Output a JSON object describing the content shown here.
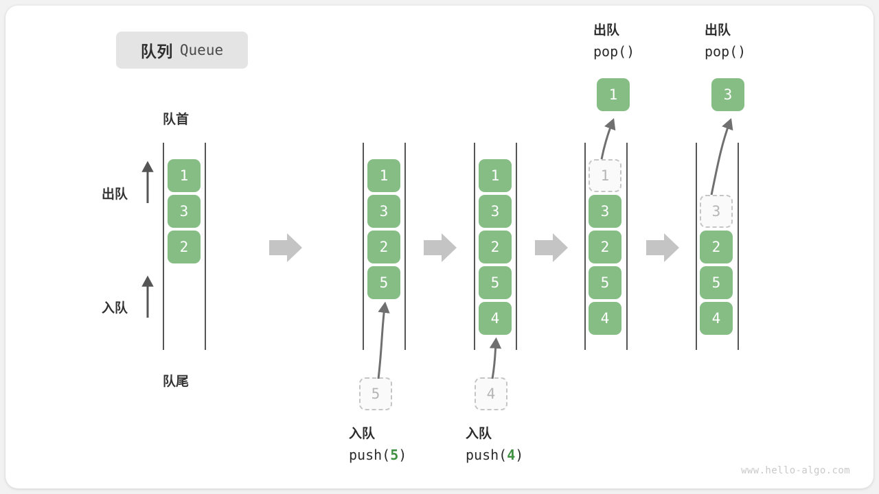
{
  "title": {
    "cn": "队列",
    "en": "Queue"
  },
  "labels": {
    "front": "队首",
    "rear": "队尾",
    "dequeue": "出队",
    "enqueue": "入队"
  },
  "watermark": "www.hello-algo.com",
  "colors": {
    "cell_green": "#85bd85",
    "ghost_border": "#c5c5c5",
    "rail": "#555555",
    "arrow_gray": "#c4c4c4",
    "code_number_green": "#3f9142",
    "badge_bg": "#e4e4e4"
  },
  "stages": [
    {
      "id": "initial",
      "cells": [
        "1",
        "3",
        "2"
      ],
      "ghost_top": null,
      "ghost_below": null,
      "popped": null,
      "caption": null
    },
    {
      "id": "push-5",
      "cells": [
        "1",
        "3",
        "2",
        "5"
      ],
      "ghost_top": null,
      "ghost_below": "5",
      "popped": null,
      "caption": {
        "cn": "入队",
        "code_prefix": "push(",
        "code_value": "5",
        "code_suffix": ")"
      }
    },
    {
      "id": "push-4",
      "cells": [
        "1",
        "3",
        "2",
        "5",
        "4"
      ],
      "ghost_top": null,
      "ghost_below": "4",
      "popped": null,
      "caption": {
        "cn": "入队",
        "code_prefix": "push(",
        "code_value": "4",
        "code_suffix": ")"
      }
    },
    {
      "id": "pop-1",
      "cells": [
        "3",
        "2",
        "5",
        "4"
      ],
      "ghost_top": "1",
      "ghost_below": null,
      "popped": "1",
      "caption": {
        "cn": "出队",
        "code_prefix": "pop(",
        "code_value": "",
        "code_suffix": ")"
      }
    },
    {
      "id": "pop-3",
      "cells": [
        "2",
        "5",
        "4"
      ],
      "ghost_top": "3",
      "ghost_below": null,
      "popped": "3",
      "caption": {
        "cn": "出队",
        "code_prefix": "pop(",
        "code_value": "",
        "code_suffix": ")"
      }
    }
  ]
}
